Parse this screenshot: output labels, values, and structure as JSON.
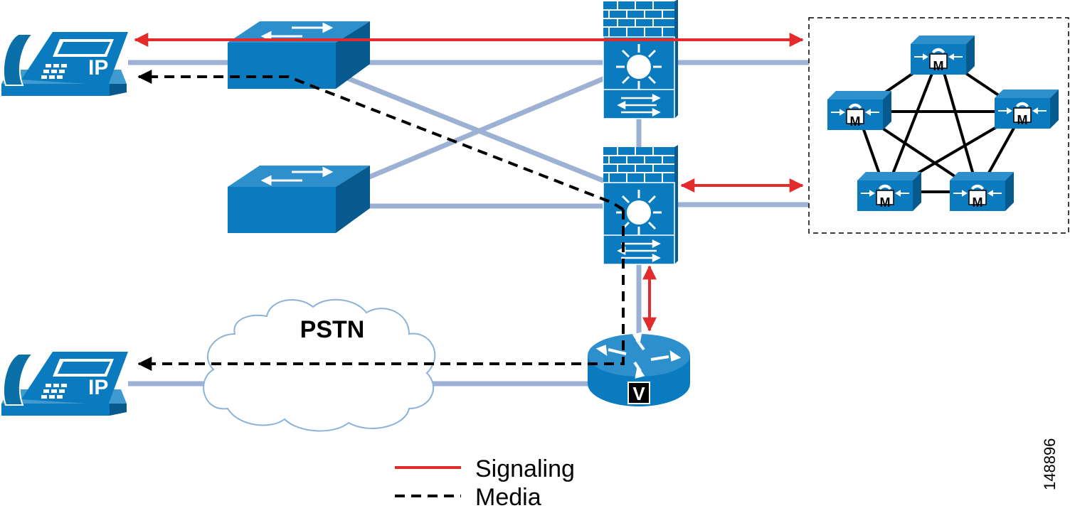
{
  "labels": {
    "pstn": "PSTN",
    "phone_text": "IP",
    "server_badge": "M",
    "gateway_badge": "V",
    "figure_id": "148896"
  },
  "legend": [
    {
      "label": "Signaling",
      "color": "#e32b2b",
      "style": "solid"
    },
    {
      "label": "Media",
      "color": "#000000",
      "style": "dashed"
    }
  ],
  "colors": {
    "device_blue": "#0a7bbf",
    "device_dark": "#065a8e",
    "link": "#9db1d4",
    "signaling": "#e32b2b",
    "media": "#000000"
  },
  "icons": [
    "ip-phone",
    "switch",
    "firewall-switch",
    "call-manager-server",
    "voice-gateway-router",
    "cloud"
  ]
}
